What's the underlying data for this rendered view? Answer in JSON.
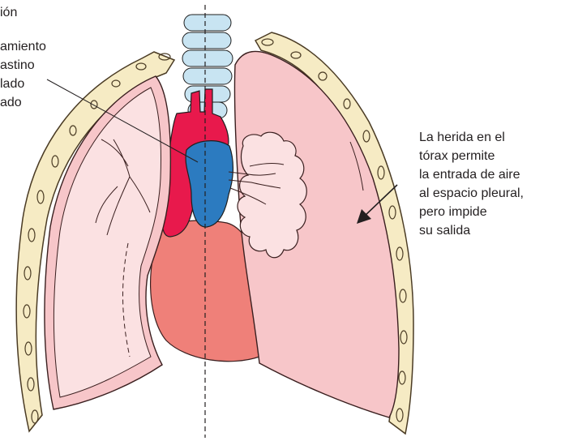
{
  "labels": {
    "top_fragment": "ión",
    "left_lines": [
      "amiento",
      "astino",
      "lado",
      "ado"
    ],
    "right_lines": [
      "La herida en el",
      "tórax permite",
      "la entrada de aire",
      "al espacio pleural,",
      "pero impide",
      "su salida"
    ]
  },
  "colors": {
    "rib_fill": "#f6ebc4",
    "rib_outline": "#4a3b24",
    "lung_fill": "#f7c6c9",
    "lung_inner": "#fbe1e2",
    "heart_fill": "#ef8079",
    "aorta_red": "#e8194c",
    "vena_blue": "#2c7bc0",
    "trachea_fill": "#c8e4f2",
    "text": "#231f20"
  }
}
